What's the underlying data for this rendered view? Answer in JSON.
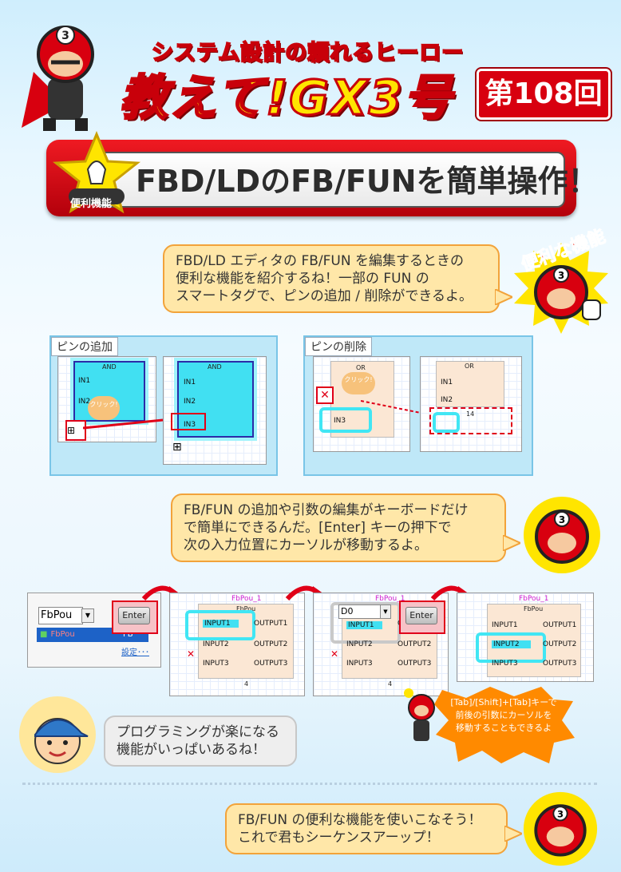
{
  "header": {
    "subtitle": "システム設計の頼れるヒーロー",
    "title": "教えて!GX3号",
    "issue": "第108回"
  },
  "topic": {
    "badge": "便利機能",
    "title": "FBD/LDのFB/FUNを簡単操作！"
  },
  "intro": {
    "lines": [
      "FBD/LD エディタの FB/FUN を編集するときの",
      "便利な機能を紹介するね！一部の FUN の",
      "スマートタグで、ピンの追加 / 削除ができるよ。"
    ],
    "badge": "便利な機能"
  },
  "pin_add": {
    "label": "ピンの追加",
    "block": "AND",
    "pins": [
      "IN1",
      "IN2",
      "IN3"
    ],
    "click": "クリック!"
  },
  "pin_delete": {
    "label": "ピンの削除",
    "block": "OR",
    "pins": [
      "IN1",
      "IN2",
      "IN3"
    ],
    "click": "クリック!",
    "number": "14"
  },
  "keyboard": {
    "lines": [
      "FB/FUN の追加や引数の編集がキーボードだけ",
      "で簡単にできるんだ。[Enter] キーの押下で",
      "次の入力位置にカーソルが移動するよ。"
    ]
  },
  "steps": {
    "input_text": "FbPou",
    "list_item": "FbPou",
    "list_type": "FB",
    "settings": "設定･･･",
    "enter": "Enter",
    "fb_name": "FbPou_1",
    "fb_type": "FbPou",
    "in_pins": [
      "INPUT1",
      "INPUT2",
      "INPUT3"
    ],
    "out_pins": [
      "OUTPUT1",
      "OUTPUT2",
      "OUTPUT3"
    ],
    "number": "4",
    "arg_value": "D0"
  },
  "tip": {
    "lines": [
      "[Tab]/[Shift]+[Tab]キーで",
      "前後の引数にカーソルを",
      "移動することもできるよ"
    ]
  },
  "boy": {
    "lines": [
      "プログラミングが楽になる",
      "機能がいっぱいあるね！"
    ]
  },
  "closing": {
    "lines": [
      "FB/FUN の便利な機能を使いこなそう！",
      "これで君もシーケンスアーップ！"
    ]
  },
  "colors": {
    "red": "#d8000f",
    "yellow": "#ffe500",
    "cyan": "#41e0f2",
    "bubble": "#ffe7a8"
  }
}
